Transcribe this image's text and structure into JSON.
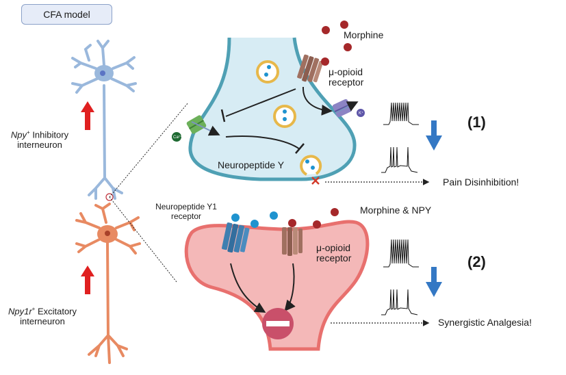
{
  "model_box": {
    "label": "CFA model"
  },
  "neurons": {
    "inhibitory": {
      "gene": "Npy",
      "gene_sup": "+",
      "label_rest": " Inhibitory",
      "label_line2": "interneuron",
      "color": "#9ab8dc"
    },
    "excitatory": {
      "gene": "Npy1r",
      "gene_sup": "+",
      "label_rest": " Excitatory",
      "label_line2": "interneuron",
      "color": "#e88a62"
    }
  },
  "panel1": {
    "ligand_label": "Morphine",
    "receptor_label_line1": "μ-opioid",
    "receptor_label_line2": "receptor",
    "vesicle_label": "Neuropeptide Y",
    "ion_ca": "Ca²⁺",
    "ion_k": "K⁺",
    "outcome": "Pain Disinhibition!",
    "number": "(1)"
  },
  "panel2": {
    "npy1_label_line1": "Neuropeptide Y1",
    "npy1_label_line2": "receptor",
    "ligand_label": "Morphine & NPY",
    "mor_label_line1": "μ-opioid",
    "mor_label_line2": "receptor",
    "outcome": "Synergistic Analgesia!",
    "number": "(2)"
  },
  "colors": {
    "presynaptic_fill": "#d7ecf4",
    "presynaptic_stroke": "#4fa0b4",
    "postsynaptic_fill": "#f4b8b8",
    "postsynaptic_stroke": "#e8706e",
    "vesicle": "#e7b84a",
    "npy_dot": "#1f93cf",
    "morphine": "#a5282a",
    "up_arrow": "#e02020",
    "down_arrow": "#3478c4",
    "inhibit_sign": "#c9506a"
  }
}
